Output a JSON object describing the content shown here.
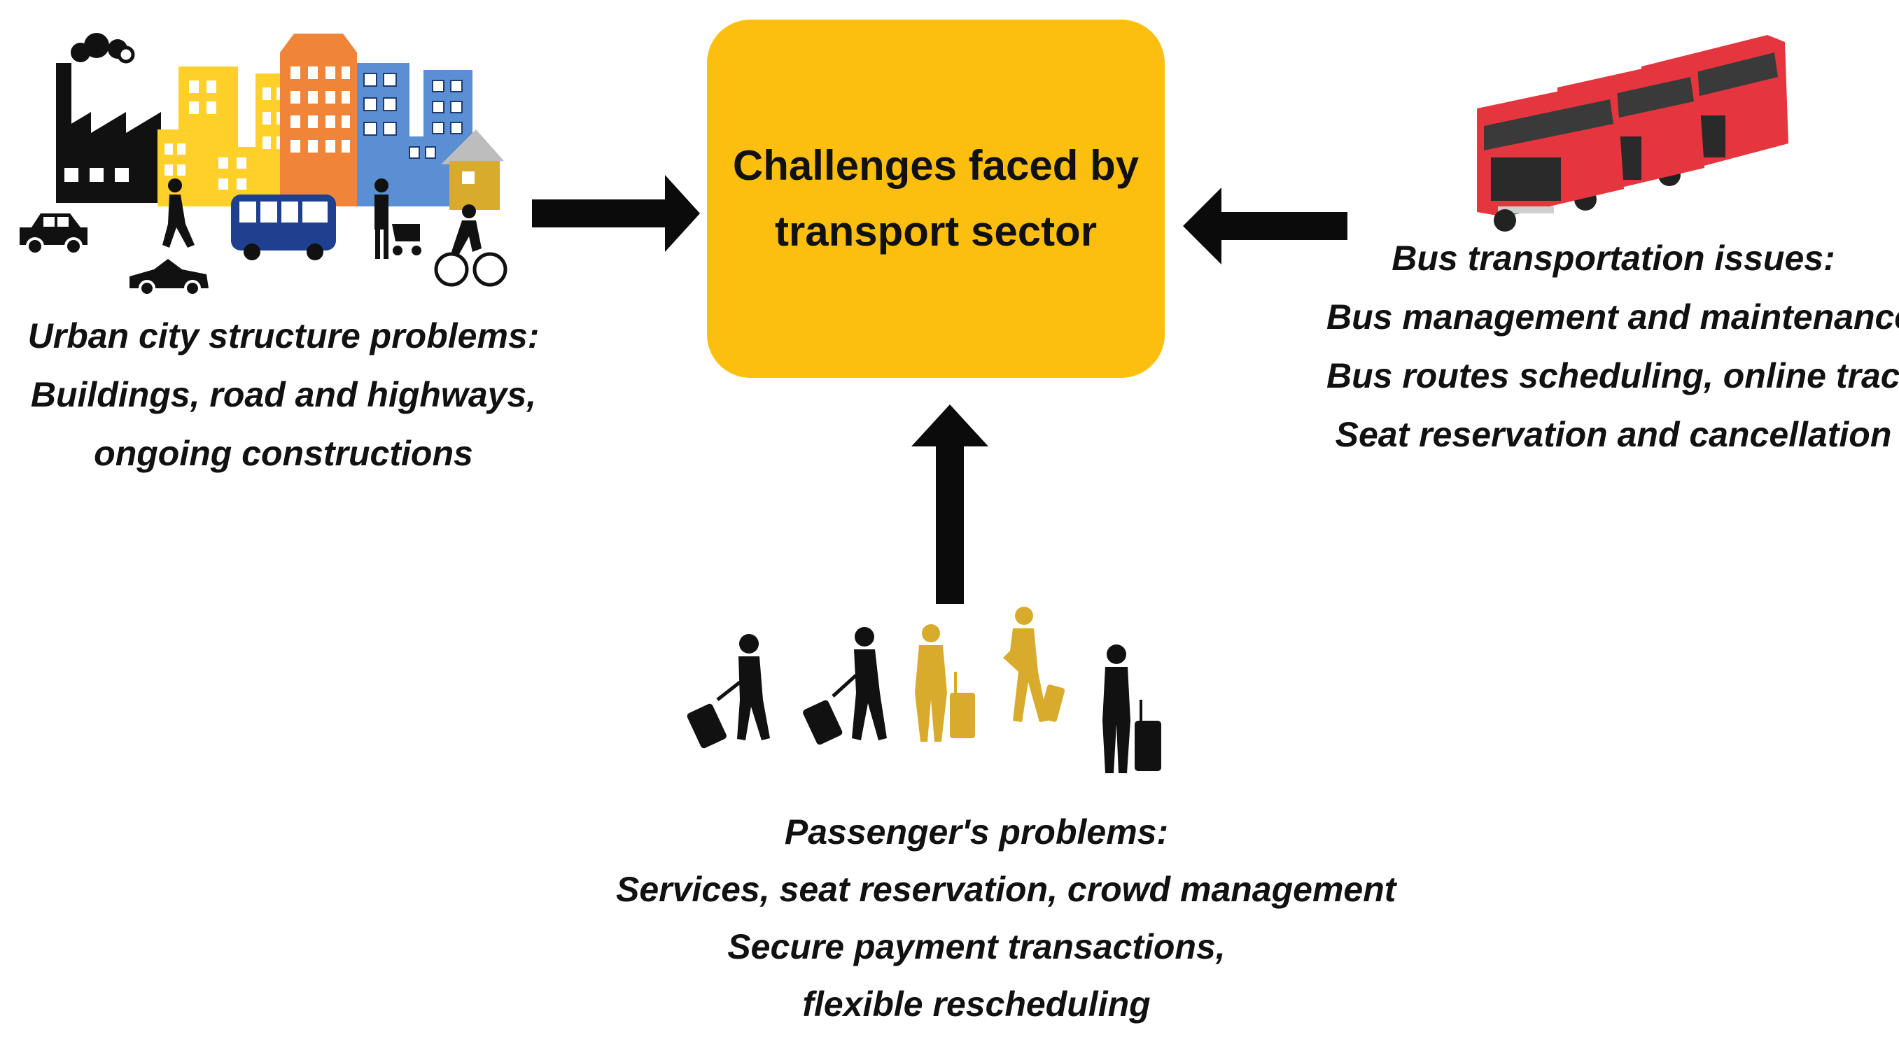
{
  "center": {
    "title": "Challenges faced by transport sector"
  },
  "left": {
    "heading": "Urban city structure  problems:",
    "lines": [
      "Buildings, road and highways,",
      "ongoing constructions"
    ],
    "illustration": "city-skyline-illustration"
  },
  "right": {
    "heading": "Bus transportation  issues:",
    "lines": [
      "Bus management and maintenance,",
      "Bus routes scheduling, online tracking,",
      "Seat reservation and cancellation"
    ],
    "illustration": "red-buses-illustration"
  },
  "bottom": {
    "heading": "Passenger's  problems:",
    "lines": [
      "Services, seat reservation, crowd management",
      "Secure payment transactions,",
      "flexible rescheduling"
    ],
    "illustration": "travelers-with-luggage-illustration"
  },
  "colors": {
    "box": "#FDBF0F",
    "arrow": "#0B0B0B",
    "building_yellow": "#FFD02A",
    "building_orange": "#F0853A",
    "building_blue": "#5B8FD3",
    "bus_red": "#E5363F",
    "traveler_gold": "#D9AB2D"
  }
}
